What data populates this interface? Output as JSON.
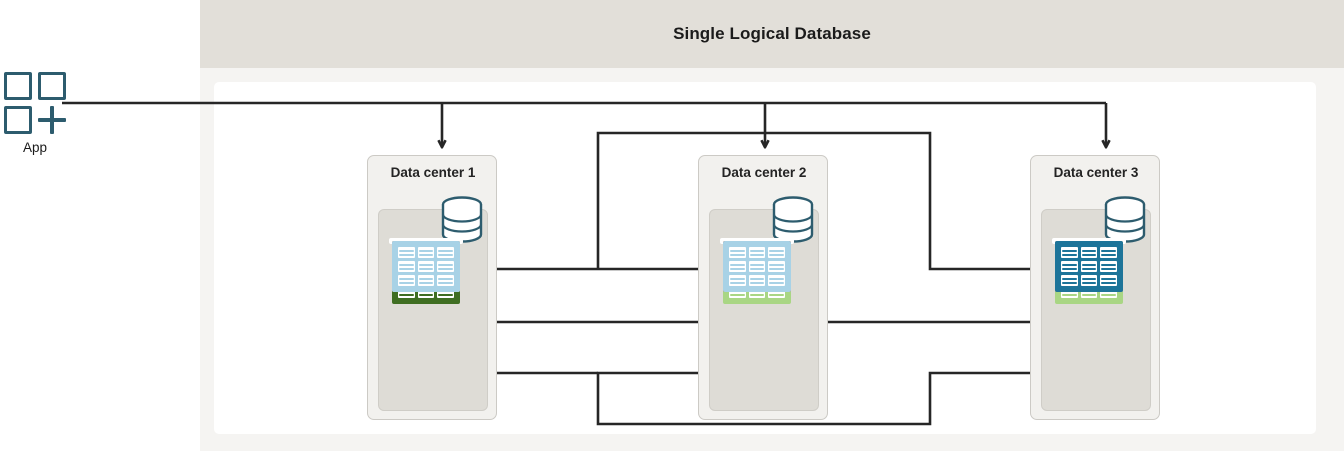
{
  "header": {
    "title": "Single Logical Database"
  },
  "app": {
    "label": "App",
    "icon": "app-grid-plus-icon",
    "accent": "#2d5c6e"
  },
  "colors": {
    "header_band": "#e2dfd9",
    "page_bg": "#f5f4f2",
    "panel_bg": "#ffffff",
    "dc_bg": "#f2f1ee",
    "dc_inner_bg": "#dedcd6",
    "wire": "#262626",
    "green_dark": "#3f6e22",
    "green_light": "#a9d684",
    "pink": "#f9a99a",
    "red": "#dd3117",
    "blue_light": "#a8d2e6",
    "blue_dark": "#1d7499"
  },
  "datacenters": [
    {
      "id": "dc1",
      "title": "Data center 1",
      "db_icon": "database-cylinder-icon",
      "tables": [
        {
          "name": "table-green",
          "variant": "t-green-dark",
          "role": "leader",
          "has_header": true
        },
        {
          "name": "table-pink",
          "variant": "t-pink",
          "role": "follower",
          "has_header": false
        },
        {
          "name": "table-blue",
          "variant": "t-blue-light",
          "role": "follower",
          "has_header": false
        }
      ]
    },
    {
      "id": "dc2",
      "title": "Data center 2",
      "db_icon": "database-cylinder-icon",
      "tables": [
        {
          "name": "table-green",
          "variant": "t-green-light",
          "role": "follower",
          "has_header": true
        },
        {
          "name": "table-pink",
          "variant": "t-red",
          "role": "leader",
          "has_header": false
        },
        {
          "name": "table-blue",
          "variant": "t-blue-light",
          "role": "follower",
          "has_header": false
        }
      ]
    },
    {
      "id": "dc3",
      "title": "Data center 3",
      "db_icon": "database-cylinder-icon",
      "tables": [
        {
          "name": "table-green",
          "variant": "t-green-light",
          "role": "follower",
          "has_header": true
        },
        {
          "name": "table-pink",
          "variant": "t-pink",
          "role": "follower",
          "has_header": false
        },
        {
          "name": "table-blue",
          "variant": "t-blue-dark",
          "role": "leader",
          "has_header": false
        }
      ]
    }
  ],
  "connections": [
    {
      "name": "app-to-dc1",
      "from": "App",
      "to": "Data center 1"
    },
    {
      "name": "app-to-dc2",
      "from": "App",
      "to": "Data center 2"
    },
    {
      "name": "app-to-dc3",
      "from": "App",
      "to": "Data center 3"
    },
    {
      "name": "green-dc1-to-dc2",
      "from": "Data center 1 green table",
      "to": "Data center 2 green table"
    },
    {
      "name": "green-dc1-to-dc3",
      "from": "Data center 1 green table",
      "to": "Data center 3 green table"
    },
    {
      "name": "red-dc2-to-dc1",
      "from": "Data center 2 red table",
      "to": "Data center 1 pink table"
    },
    {
      "name": "red-dc2-to-dc3",
      "from": "Data center 2 red table",
      "to": "Data center 3 pink table"
    },
    {
      "name": "blue-dc3-to-dc2",
      "from": "Data center 3 blue table",
      "to": "Data center 2 blue table"
    },
    {
      "name": "blue-dc3-to-dc1",
      "from": "Data center 3 blue table",
      "to": "Data center 1 blue table"
    }
  ]
}
